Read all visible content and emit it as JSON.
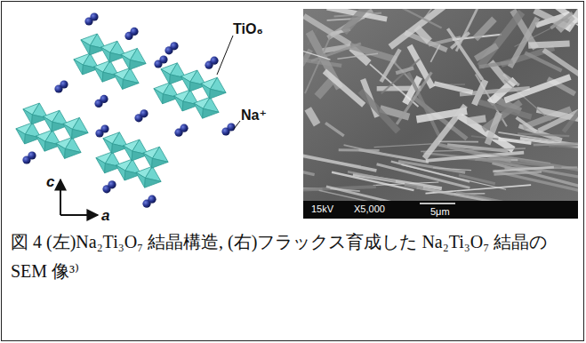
{
  "diagram": {
    "caption": "図 4 (左)Na₂Ti₃O₇ 結晶構造, (右)フラックス育成した Na₂Ti₃O₇ 結晶の SEM 像³⁾",
    "labels": [
      "TiO₆",
      "Na⁺",
      "c",
      "a",
      "15kV",
      "X5,000",
      "5μm"
    ]
  }
}
